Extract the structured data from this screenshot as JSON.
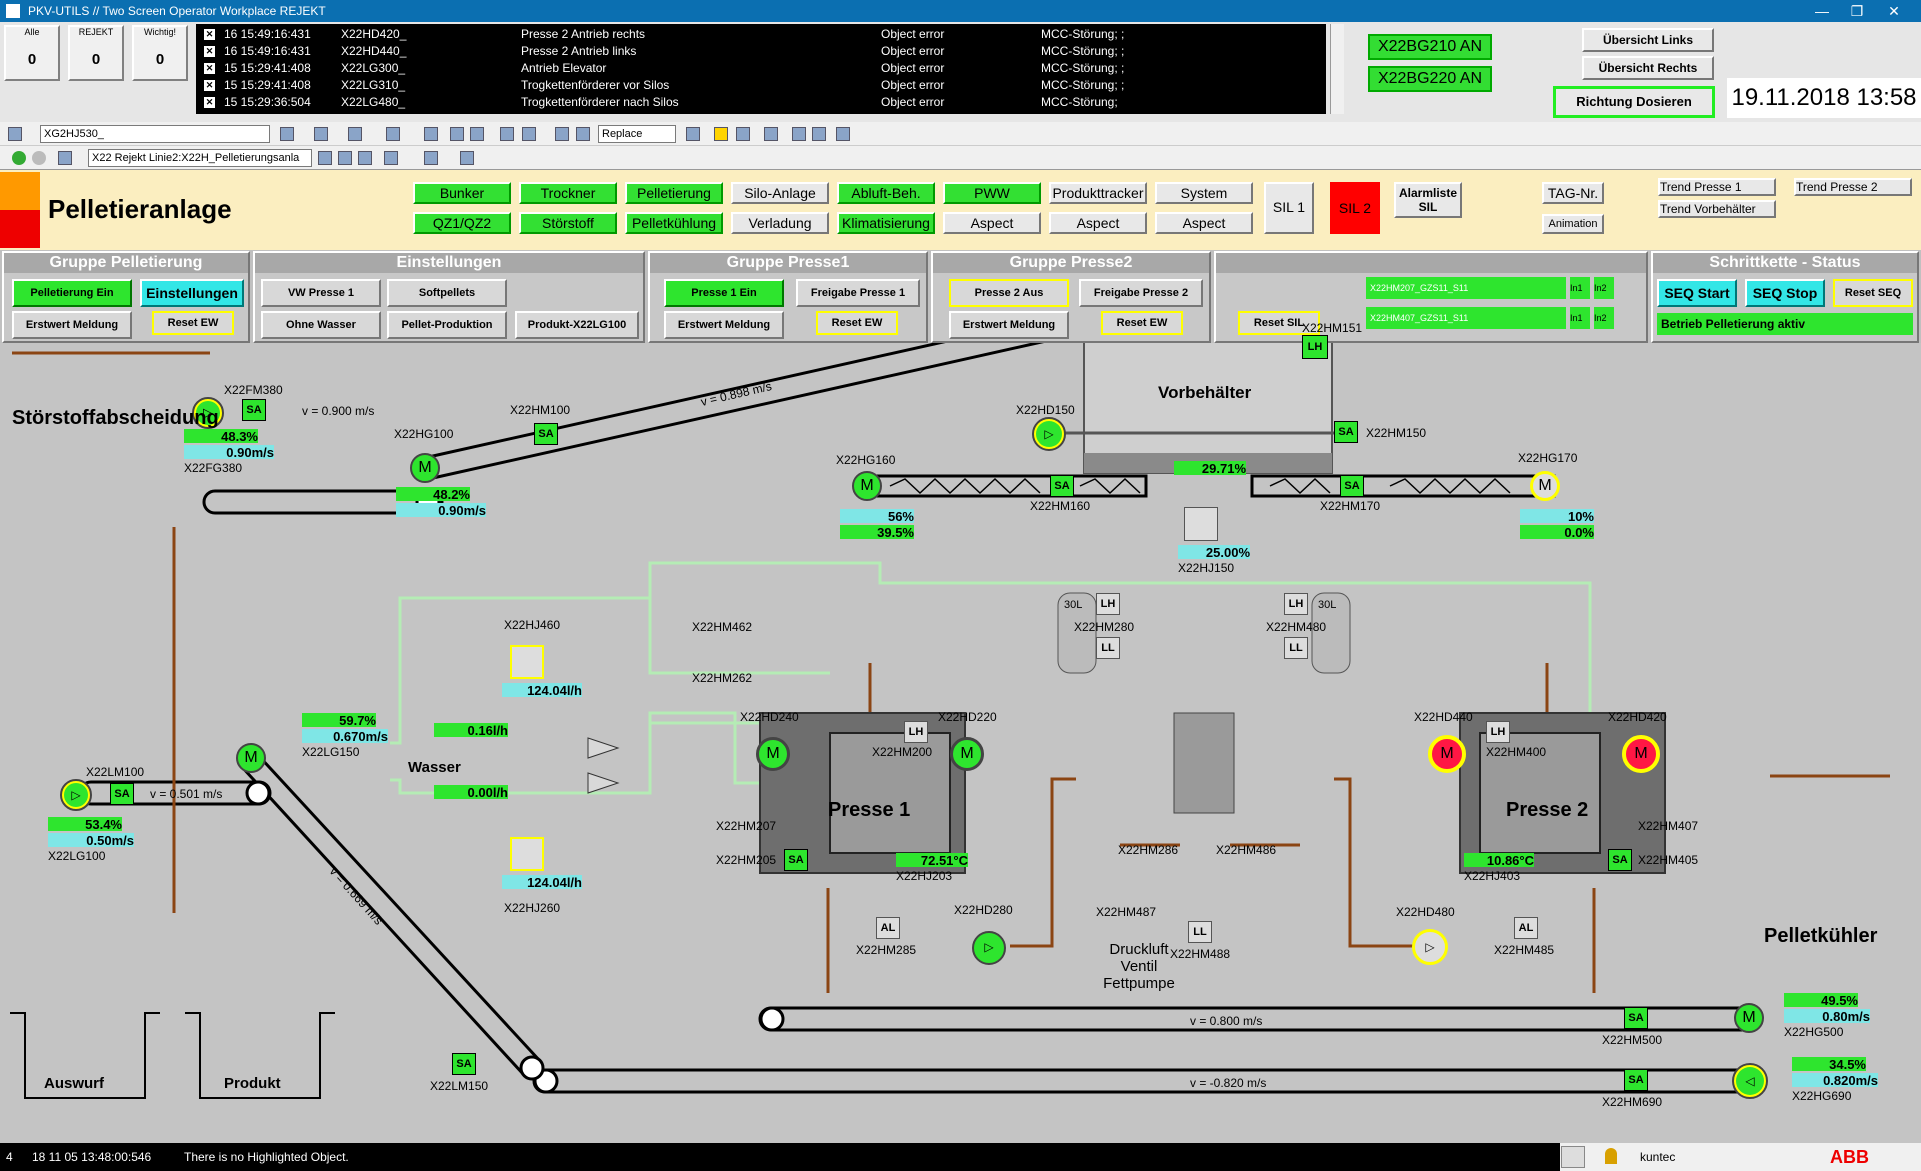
{
  "window": {
    "title": "PKV-UTILS // Two Screen Operator Workplace REJEKT",
    "minimize": "—",
    "maximize": "❐",
    "close": "✕"
  },
  "counters": [
    {
      "label": "Alle",
      "value": "0"
    },
    {
      "label": "REJEKT",
      "value": "0"
    },
    {
      "label": "Wichtig!",
      "value": "0"
    }
  ],
  "alarms": [
    {
      "time": "16 15:49:16:431",
      "tag": "X22HD420_",
      "desc": "Presse 2 Antrieb rechts",
      "type": "Object error",
      "msg": "MCC-Störung; ;"
    },
    {
      "time": "16 15:49:16:431",
      "tag": "X22HD440_",
      "desc": "Presse 2 Antrieb links",
      "type": "Object error",
      "msg": "MCC-Störung; ;"
    },
    {
      "time": "15 15:29:41:408",
      "tag": "X22LG300_",
      "desc": "Antrieb Elevator",
      "type": "Object error",
      "msg": "MCC-Störung; ;"
    },
    {
      "time": "15 15:29:41:408",
      "tag": "X22LG310_",
      "desc": "Trogkettenförderer vor Silos",
      "type": "Object error",
      "msg": "MCC-Störung; ;"
    },
    {
      "time": "15 15:29:36:504",
      "tag": "X22LG480_",
      "desc": "Trogkettenförderer nach Silos",
      "type": "Object error",
      "msg": "MCC-Störung;"
    }
  ],
  "status_top": {
    "bg210": "X22BG210 AN",
    "bg220": "X22BG220 AN",
    "uebersicht_links": "Übersicht Links",
    "uebersicht_rechts": "Übersicht Rechts",
    "richtung": "Richtung Dosieren",
    "datetime": "19.11.2018 13:58"
  },
  "toolbar": {
    "tag_combo": "XG2HJ530_",
    "replace_combo": "Replace",
    "path_combo": "X22 Rejekt Linie2:X22H_Pelletierungsanla"
  },
  "header": {
    "title": "Pelletieranlage",
    "sil1": "SIL 1",
    "sil2": "SIL 2",
    "alarmliste": "Alarmliste",
    "alarmliste2": "SIL",
    "tagnr": "TAG-Nr.",
    "animation": "Animation",
    "trend1": "Trend Presse 1",
    "trend2": "Trend Presse 2",
    "trendv": "Trend Vorbehälter"
  },
  "nav_row1": [
    "Bunker",
    "Trockner",
    "Pelletierung",
    "Silo-Anlage",
    "Abluft-Beh.",
    "PWW",
    "Produkttracker",
    "System"
  ],
  "nav_row2": [
    "QZ1/QZ2",
    "Störstoff",
    "Pelletkühlung",
    "Verladung",
    "Klimatisierung",
    "Aspect",
    "Aspect",
    "Aspect"
  ],
  "panels": {
    "p1": {
      "title": "Gruppe Pelletierung",
      "b1": "Pelletierung Ein",
      "b2": "Einstellungen",
      "b3": "Erstwert Meldung",
      "b4": "Reset EW"
    },
    "p2": {
      "title": "Einstellungen",
      "b1": "VW Presse 1",
      "b2": "Softpellets",
      "b3": "Ohne Wasser",
      "b4": "Pellet-Produktion",
      "b5": "Produkt-X22LG100"
    },
    "p3": {
      "title": "Gruppe Presse1",
      "b1": "Presse 1 Ein",
      "b2": "Freigabe Presse 1",
      "b3": "Erstwert Meldung",
      "b4": "Reset EW"
    },
    "p4": {
      "title": "Gruppe Presse2",
      "b1": "Presse 2 Aus",
      "b2": "Freigabe Presse 2",
      "b3": "Erstwert Meldung",
      "b4": "Reset EW"
    },
    "p5": {
      "b1": "Reset SIL",
      "f1": "X22HM207_GZS11_S11",
      "f2": "X22HM407_GZS11_S11",
      "in1": "In1",
      "in2": "In2"
    },
    "p6": {
      "title": "Schrittkette - Status",
      "b1": "SEQ Start",
      "b2": "SEQ Stop",
      "b3": "Reset SEQ",
      "status": "Betrieb Pelletierung aktiv"
    }
  },
  "process": {
    "stoerstoff": "Störstoffabscheidung",
    "wasser": "Wasser",
    "vorbehaelter": "Vorbehälter",
    "presse1": "Presse 1",
    "presse2": "Presse 2",
    "pelletkuehler": "Pelletkühler",
    "auswurf": "Auswurf",
    "produkt": "Produkt",
    "druckluft": "Druckluft",
    "ventil": "Ventil",
    "fettpumpe": "Fettpumpe",
    "fm380": "X22FM380",
    "fm380_v": "v =  0.900 m/s",
    "fg380_pct": "48.3%",
    "fg380_speed": "0.90m/s",
    "fg380": "X22FG380",
    "hg100": "X22HG100",
    "hm100": "X22HM100",
    "hm100_v": "v =  0.898 m/s",
    "hg100_pct": "48.2%",
    "hg100_speed": "0.90m/s",
    "hm151": "X22HM151",
    "hd150": "X22HD150",
    "hm150": "X22HM150",
    "vb_pct": "29.71%",
    "hg160": "X22HG160",
    "hm160": "X22HM160",
    "hg170": "X22HG170",
    "hm170": "X22HM170",
    "hj460": "X22HJ460",
    "hj460_val": "124.04l/h",
    "hm462": "X22HM462",
    "hm262": "X22HM262",
    "w1": "0.16l/h",
    "w2": "0.00l/h",
    "hj260": "X22HJ260",
    "hj260_val": "124.04l/h",
    "p1_pct1": "56%",
    "p1_pct2": "39.5%",
    "hj150_val": "25.00%",
    "hj150": "X22HJ150",
    "p2_pct1": "10%",
    "p2_pct2": "0.0%",
    "hd240": "X22HD240",
    "hd220": "X22HD220",
    "hm200": "X22HM200",
    "hm207": "X22HM207",
    "hm205": "X22HM205",
    "p1_temp": "72.51°C",
    "hj203": "X22HJ203",
    "hd280": "X22HD280",
    "hm285": "X22HM285",
    "hm280": "X22HM280",
    "hm480": "X22HM480",
    "hm286": "X22HM286",
    "hm486": "X22HM486",
    "hm487": "X22HM487",
    "hm488": "X22HM488",
    "hd440": "X22HD440",
    "hd420": "X22HD420",
    "hm400": "X22HM400",
    "hm407": "X22HM407",
    "hm405": "X22HM405",
    "p2_temp": "10.86°C",
    "hj403": "X22HJ403",
    "hd480": "X22HD480",
    "hm485": "X22HM485",
    "lm100": "X22LM100",
    "lm100_v": "v =  0.501 m/s",
    "lg100_pct": "53.4%",
    "lg100_speed": "0.50m/s",
    "lg100": "X22LG100",
    "lg150_pct": "59.7%",
    "lg150_speed": "0.670m/s",
    "lg150": "X22LG150",
    "lm150_v": "v = 0.669 m/s",
    "lm150": "X22LM150",
    "hm500_v": "v =  0.800 m/s",
    "hm500": "X22HM500",
    "hg500_pct": "49.5%",
    "hg500_speed": "0.80m/s",
    "hg500": "X22HG500",
    "hm690_v": "v = -0.820 m/s",
    "hm690": "X22HM690",
    "hg690_pct": "34.5%",
    "hg690_speed": "0.820m/s",
    "hg690": "X22HG690",
    "lh": "LH",
    "ll": "LL",
    "al": "AL",
    "sa": "SA",
    "m": "M",
    "l30": "30L"
  },
  "statusbar": {
    "n": "4",
    "time": "18 11 05 13:48:00:546",
    "msg": "There is no Highlighted Object.",
    "user": "kuntec",
    "brand": "ABB"
  },
  "colors": {
    "green": "#33e033",
    "cyan": "#7fe6e6",
    "brown": "#8b4513",
    "yellow": "#ffff00",
    "red": "#ff0000"
  }
}
